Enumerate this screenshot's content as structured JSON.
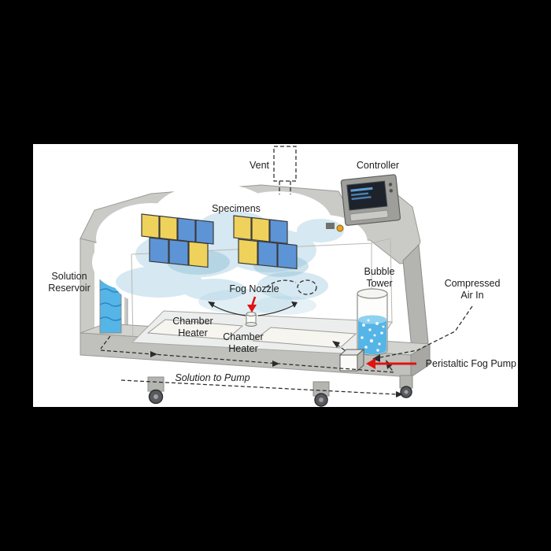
{
  "figure": {
    "labels": {
      "vent": "Vent",
      "controller": "Controller",
      "specimens": "Specimens",
      "solution_reservoir": "Solution\nReservoir",
      "fog_nozzle": "Fog Nozzle",
      "chamber_heater_left": "Chamber\nHeater",
      "chamber_heater_right": "Chamber\nHeater",
      "bubble_tower": "Bubble\nTower",
      "compressed_air_in": "Compressed\nAir In",
      "peristaltic_fog_pump": "Peristaltic Fog Pump",
      "solution_to_pump": "Solution to Pump"
    },
    "colors": {
      "background": "#000000",
      "panel": "#ffffff",
      "machine_light": "#cacbc7",
      "machine_mid": "#b4b5b1",
      "machine_dark": "#9a9b97",
      "caster": "#595a5e",
      "specimen_yellow": "#efd25c",
      "specimen_blue": "#5d94d6",
      "water_blue": "#55b5e6",
      "water_line": "#2e86c5",
      "fog_blue": "#b5d6e6",
      "arrow_red": "#e01410",
      "line_dark": "#2a2a2a",
      "controller_screen": "#1e222a"
    }
  }
}
